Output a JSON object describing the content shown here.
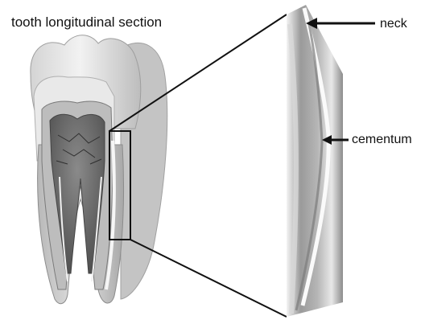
{
  "figure": {
    "title": "tooth longitudinal section",
    "labels": {
      "neck": "neck",
      "cementum": "cementum"
    }
  },
  "colors": {
    "line": "#111111",
    "enamel": "#e6e6e6",
    "dentin": "#c9c9c9",
    "pulp": "#6e6e6e",
    "tissue": "#8a8a8a"
  }
}
